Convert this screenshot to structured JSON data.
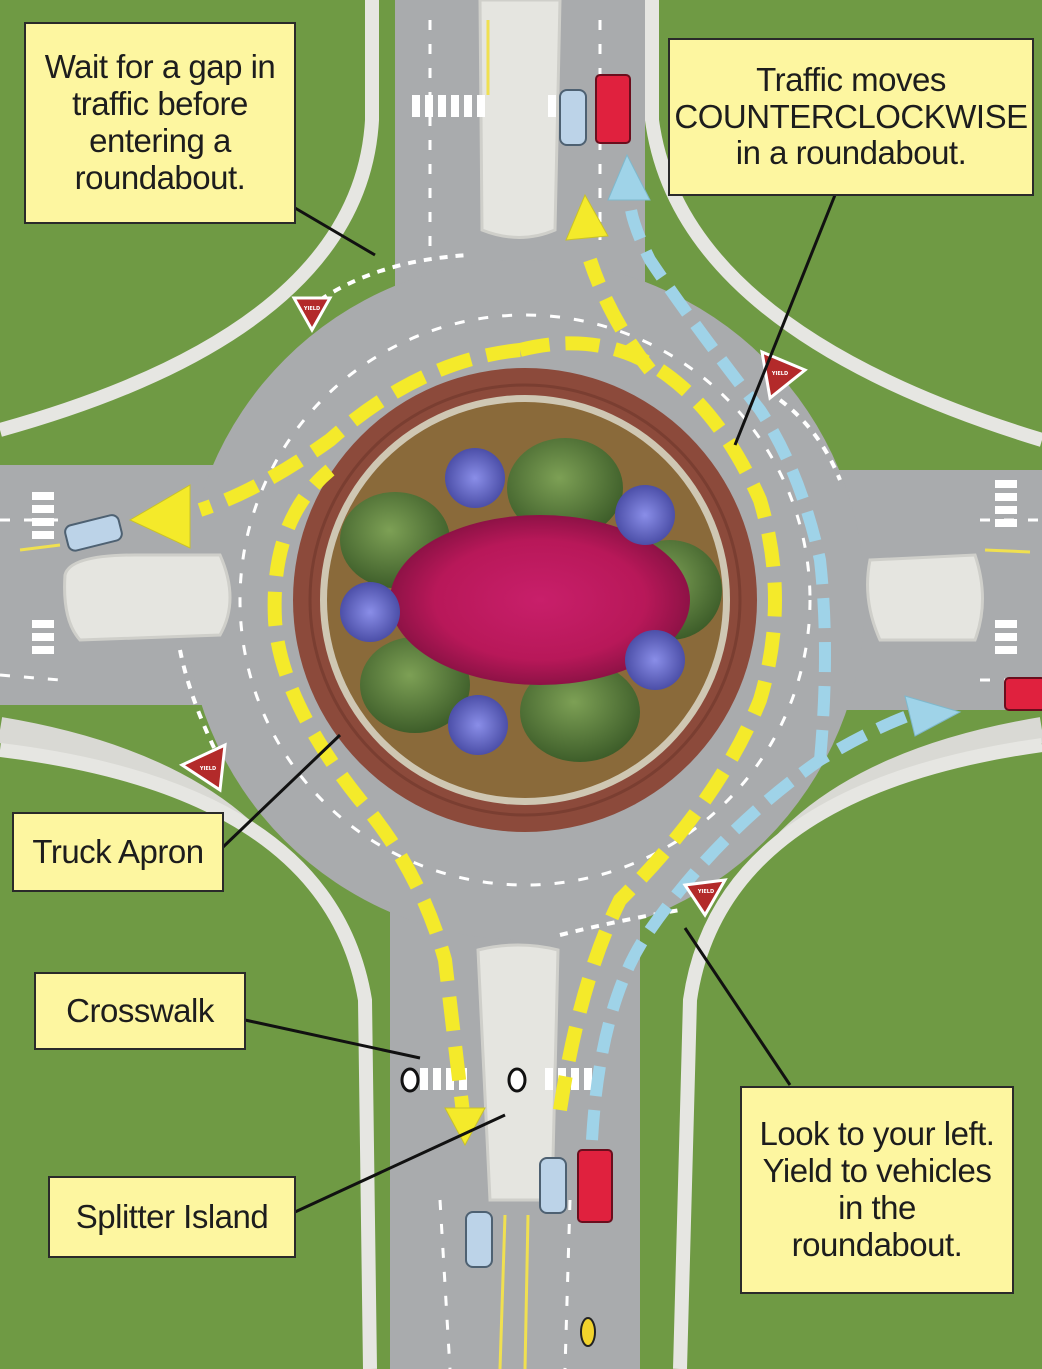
{
  "callouts": {
    "wait_gap": "Wait for a gap in traffic before entering a roundabout.",
    "counterclockwise": "Traffic moves COUNTERCLOCKWISE in a roundabout.",
    "truck_apron": "Truck Apron",
    "crosswalk": "Crosswalk",
    "splitter_island": "Splitter Island",
    "look_left": "Look to your left. Yield to vehicles in the roundabout."
  },
  "yield_sign_text": "YIELD",
  "colors": {
    "grass": "#6f9a44",
    "road": "#a9abad",
    "curb": "#e4e4e0",
    "truck_apron": "#8c4a3b",
    "planter_soil": "#8a6a3a",
    "path_yellow": "#f4ea2a",
    "path_blue": "#9fd3e8",
    "yield_sign": "#b32a2a",
    "callout_fill": "#fdf6a0",
    "car_red": "#e0213e",
    "car_blue": "#bcd3e8"
  }
}
